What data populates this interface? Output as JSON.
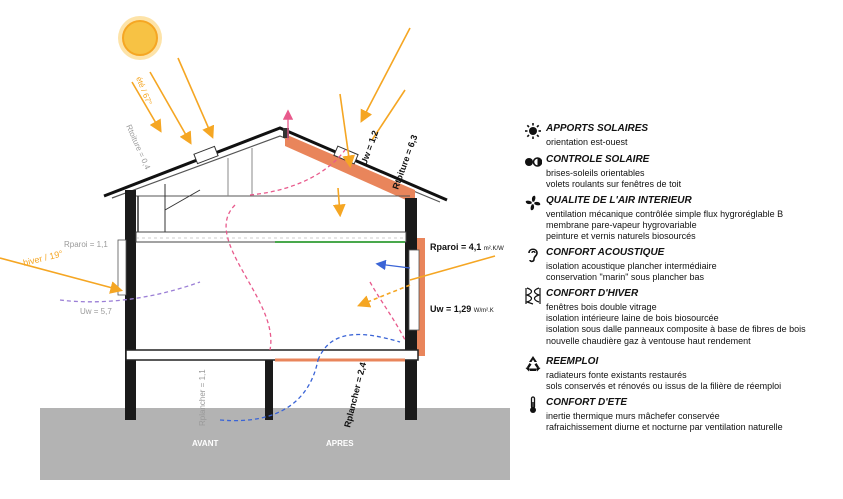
{
  "colors": {
    "sun": "#f5a623",
    "sun_core": "#f7c244",
    "wall": "#1a1a1a",
    "ground": "#b3b3b3",
    "insulation": "#e9855b",
    "air_blue": "#3a64d6",
    "air_pink": "#e85a8c",
    "air_purple": "#9b7fd6",
    "text_grey": "#9a9a9a"
  },
  "diagram": {
    "label_ete": "été / 67°",
    "label_hiver": "hiver / 19°",
    "r_toiture_before": "Rtoiture = 0,4",
    "r_paroi_before": "Rparoi = 1,1",
    "uw_before": "Uw = 5,7",
    "r_plancher_before": "Rplancher = 1,1",
    "uw_roof_after": "Uw = 1,2",
    "r_toiture_after": "Rtoiture = 6,3",
    "r_paroi_after_main": "Rparoi = 4,1",
    "r_paroi_after_unit": "m².K/W",
    "uw_after_main": "Uw = 1,29",
    "uw_after_unit": "W/m².K",
    "r_plancher_after": "Rplancher = 2,4",
    "avant": "AVANT",
    "apres": "APRES"
  },
  "legend": [
    {
      "icon": "sun-icon",
      "title": "APPORTS SOLAIRES",
      "lines": [
        "orientation est-ouest"
      ]
    },
    {
      "icon": "shade-icon",
      "title": "CONTROLE SOLAIRE",
      "lines": [
        "brises-soleils orientables",
        "volets roulants sur fenêtres de toit"
      ]
    },
    {
      "icon": "fan-icon",
      "title": "QUALITE DE L'AIR INTERIEUR",
      "lines": [
        "ventilation mécanique contrôlée simple flux hygroréglable B",
        "membrane pare-vapeur hygrovariable",
        "peinture et vernis naturels biosourcés"
      ]
    },
    {
      "icon": "ear-icon",
      "title": "CONFORT ACOUSTIQUE",
      "lines": [
        "isolation acoustique plancher intermédiaire",
        "conservation \"marin\" sous plancher bas"
      ]
    },
    {
      "icon": "insulation-icon",
      "title": "CONFORT D'HIVER",
      "lines": [
        "fenêtres bois double vitrage",
        "isolation intérieure laine de bois biosourcée",
        "isolation sous dalle panneaux composite à base de fibres de bois",
        "nouvelle chaudière gaz à ventouse haut rendement"
      ]
    },
    {
      "icon": "recycle-icon",
      "title": "REEMPLOI",
      "lines": [
        "radiateurs fonte existants restaurés",
        "sols conservés et rénovés ou issus de la filière de réemploi"
      ]
    },
    {
      "icon": "thermometer-icon",
      "title": "CONFORT D'ETE",
      "lines": [
        "inertie thermique murs mâchefer conservée",
        "rafraichissement diurne et nocturne par ventilation naturelle"
      ]
    }
  ]
}
